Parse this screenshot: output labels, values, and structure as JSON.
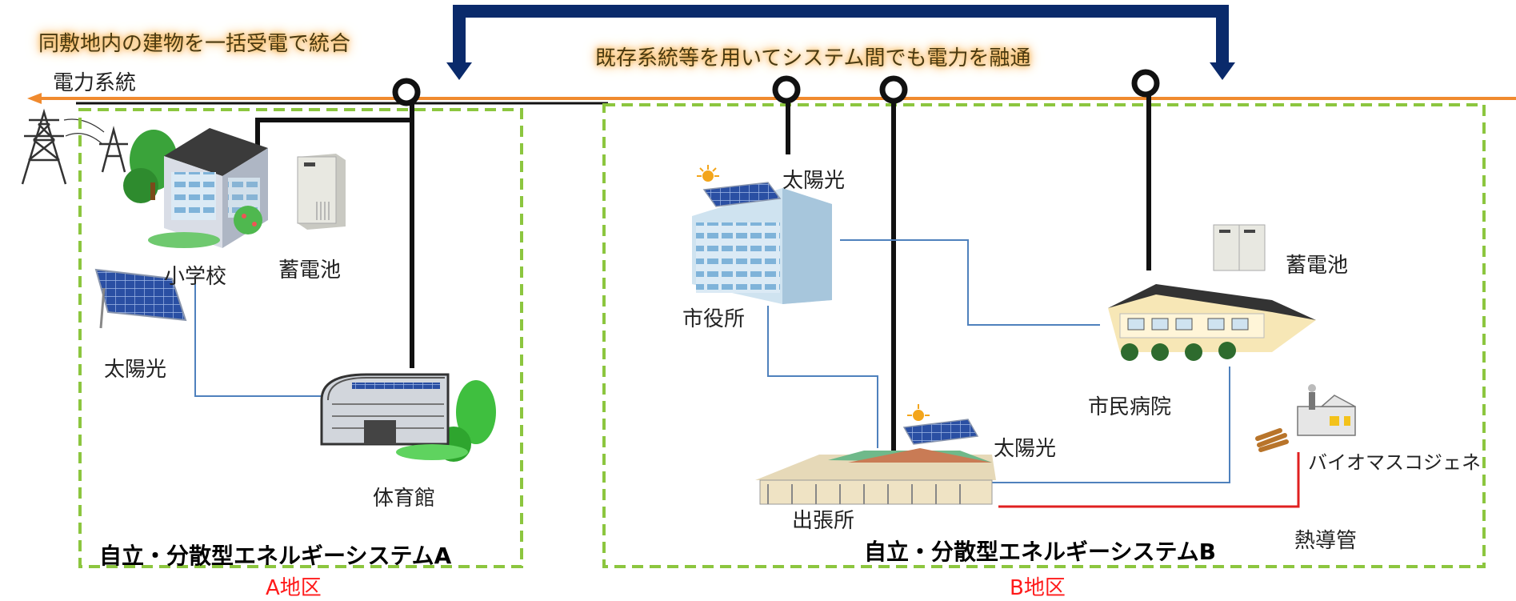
{
  "captions": {
    "integrated": "同敷地内の建物を一括受電で統合",
    "grid": "電力系統",
    "interchange": "既存系統等を用いてシステム間でも電力を融通"
  },
  "system_a": {
    "title": "自立・分散型エネルギーシステムA",
    "district": "A地区",
    "school": "小学校",
    "battery": "蓄電池",
    "solar": "太陽光",
    "gym": "体育館"
  },
  "system_b": {
    "title": "自立・分散型エネルギーシステムB",
    "district": "B地区",
    "solar_city_hall": "太陽光",
    "city_hall": "市役所",
    "battery": "蓄電池",
    "hospital": "市民病院",
    "solar_branch": "太陽光",
    "branch_office": "出張所",
    "biomass": "バイオマスコジェネ",
    "heat_pipe": "熱導管"
  },
  "colors": {
    "grid_line": "#f08a2e",
    "power_line": "#000000",
    "comm_line": "#4f81bd",
    "heat_line": "#e02020",
    "interchange_arrow": "#0a2a6b",
    "system_border": "#8cc63f"
  }
}
